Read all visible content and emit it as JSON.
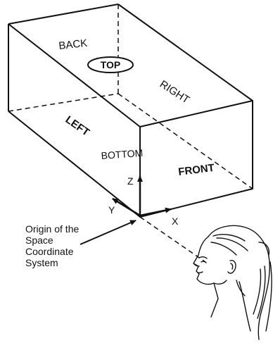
{
  "faces": {
    "back": "BACK",
    "top": "TOP",
    "right": "RIGHT",
    "left": "LEFT",
    "bottom": "BOTTOM",
    "front": "FRONT"
  },
  "axes": {
    "x": "X",
    "y": "Y",
    "z": "Z"
  },
  "origin_caption": [
    "Origin of the",
    "Space",
    "Coordinate",
    "System"
  ],
  "colors": {
    "line": "#111111",
    "background": "#ffffff"
  },
  "icons": {
    "viewer": "human-head-profile"
  }
}
